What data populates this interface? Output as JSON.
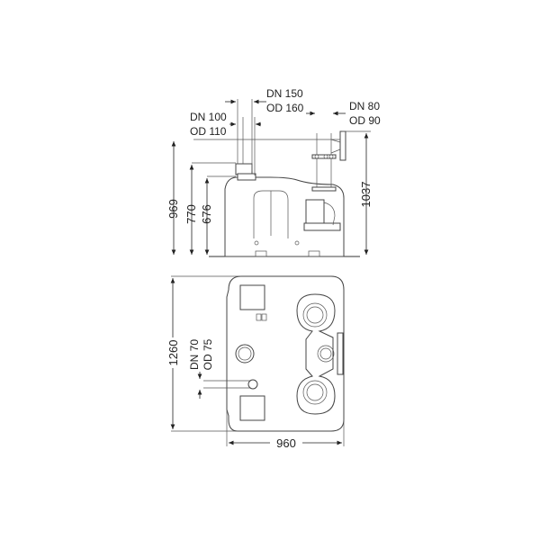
{
  "side_view": {
    "inlet_large": {
      "dn": "DN 150",
      "od": "OD 160"
    },
    "inlet_small": {
      "dn": "DN 100",
      "od": "OD 110"
    },
    "outlet": {
      "dn": "DN 80",
      "od": "OD 90"
    },
    "heights": [
      "969",
      "770",
      "676",
      "1037"
    ]
  },
  "top_view": {
    "vent": {
      "dn": "DN 70",
      "od": "OD 75"
    },
    "length": "1260",
    "width": "960"
  }
}
